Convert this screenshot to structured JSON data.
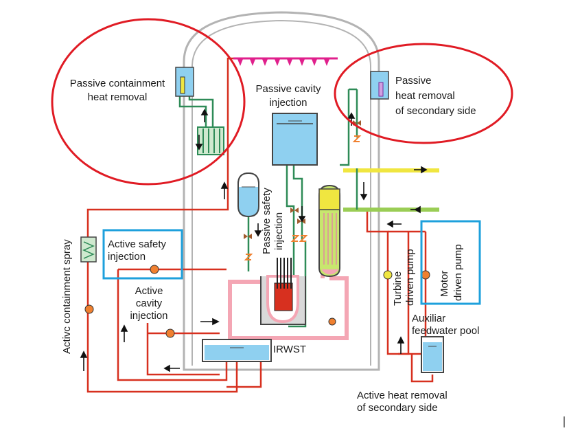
{
  "labels": {
    "passive_containment": [
      "Passive containment",
      "heat removal"
    ],
    "passive_cavity": [
      "Passive cavity",
      "injection"
    ],
    "passive_secondary": [
      "Passive",
      "heat removal",
      "of secondary side"
    ],
    "passive_safety": [
      "Passive safety",
      "injection"
    ],
    "active_spray": "Activc containment spray",
    "active_safety": [
      "Active safety",
      "injection"
    ],
    "active_cavity": [
      "Active",
      "cavity",
      "injection"
    ],
    "turbine_pump": [
      "Turbine",
      "driven pump"
    ],
    "motor_pump": [
      "Motor",
      "driven pump"
    ],
    "aux_pool": [
      "Auxiliar",
      "feedwater pool"
    ],
    "irwst": "IRWST",
    "active_secondary": [
      "Active heat removal",
      "of secondary side"
    ]
  },
  "colors": {
    "highlight_red": "#e01b24",
    "highlight_blue": "#1ea0dc",
    "pipe_red": "#d7301f",
    "pipe_green": "#2e8b57",
    "pipe_pink": "#f4a6b4",
    "steam_yellow": "#f0e640",
    "feed_green": "#9acd55",
    "water_blue": "#8fd0f0",
    "containment": "#b3b3b3",
    "spray_magenta": "#e0208c"
  }
}
